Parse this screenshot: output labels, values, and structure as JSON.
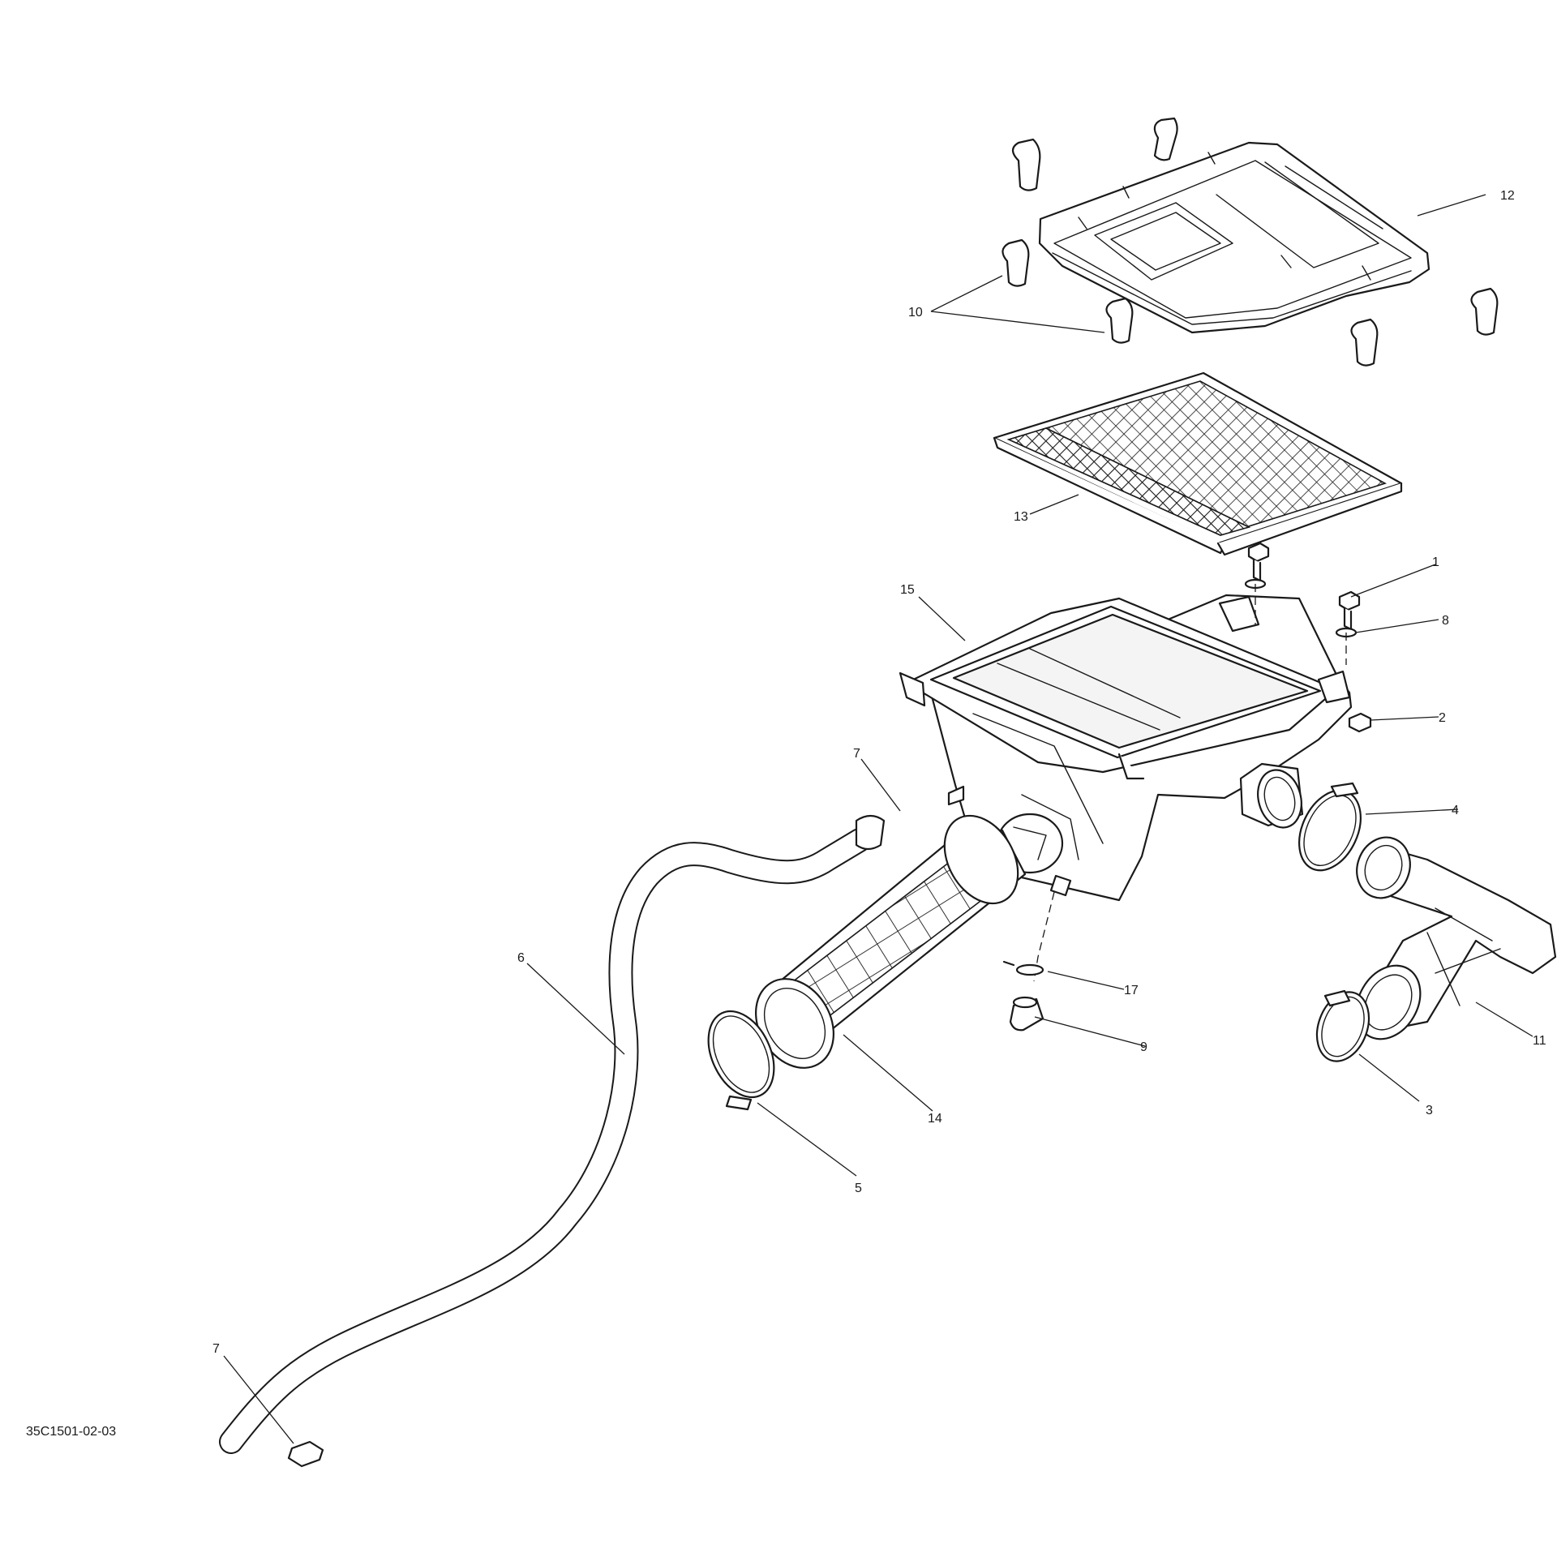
{
  "diagram": {
    "reference_code": "35C1501-02-03",
    "callouts": {
      "c1": "1",
      "c2": "2",
      "c3": "3",
      "c4": "4",
      "c5": "5",
      "c6": "6",
      "c7a": "7",
      "c7b": "7",
      "c8": "8",
      "c9": "9",
      "c10": "10",
      "c11": "11",
      "c12": "12",
      "c13": "13",
      "c14": "14",
      "c15": "15",
      "c17": "17"
    }
  }
}
